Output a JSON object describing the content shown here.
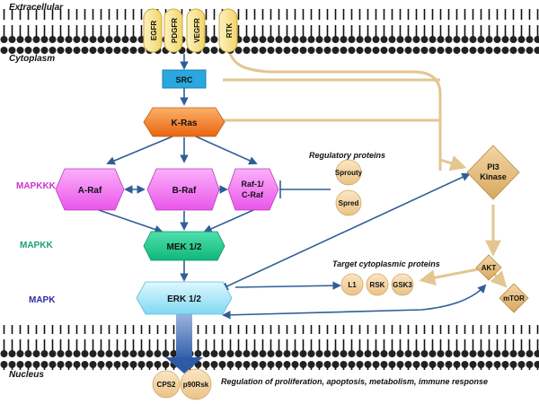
{
  "membrane": {
    "extracellular": "Extracellular",
    "cytoplasm": "Cytoplasm",
    "nucleus": "Nucleus"
  },
  "receptors": [
    "EGFR",
    "PDGFR",
    "VEGFR",
    "RTK"
  ],
  "nodes": {
    "src": "SRC",
    "kras": "K-Ras",
    "araf": "A-Raf",
    "braf": "B-Raf",
    "raf1_line1": "Raf-1/",
    "raf1_line2": "C-Raf",
    "mek": "MEK 1/2",
    "erk": "ERK 1/2",
    "pi3_line1": "PI3",
    "pi3_line2": "Kinase",
    "akt": "AKT",
    "mtor": "mTOR",
    "sprouty": "Sprouty",
    "spred": "Spred",
    "l1": "L1",
    "rsk": "RSK",
    "gsk3": "GSK3",
    "cps2": "CPS2",
    "p90rsk": "p90Rsk"
  },
  "levels": {
    "mapkkk": "MAPKKK",
    "mapkk": "MAPKK",
    "mapk": "MAPK"
  },
  "labels": {
    "regulatory": "Regulatory proteins",
    "target": "Target cytoplasmic proteins",
    "regulation": "Regulation of proliferation, apoptosis, metabolism, immune response"
  },
  "colors": {
    "receptor_fill": "#f7e08a",
    "src_fill": "#2aa7df",
    "kras_fill": "#f07a1c",
    "raf_fill": "#f06ef0",
    "mek_fill": "#17c98a",
    "erk_fill": "#8fe3f7",
    "tan_fill": "#f0cf9a",
    "diamond_fill": "#e6bd7a",
    "arrow_blue": "#2f5e97",
    "arrow_tan": "#e3c690",
    "mapkkk_text": "#cc33cc",
    "mapkk_text": "#1aa37a",
    "mapk_text": "#2e2ea6"
  }
}
